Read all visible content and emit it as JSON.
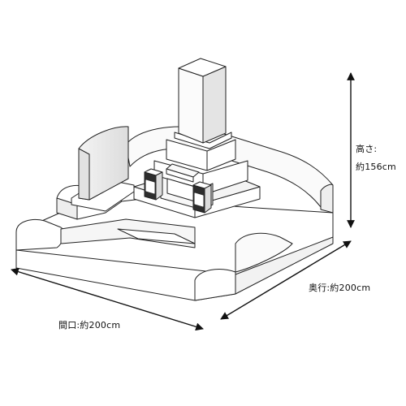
{
  "labels": {
    "height_title": "高さ:",
    "height_value": "約156cm",
    "depth": "奥行:約200cm",
    "width": "間口:約200cm"
  }
}
